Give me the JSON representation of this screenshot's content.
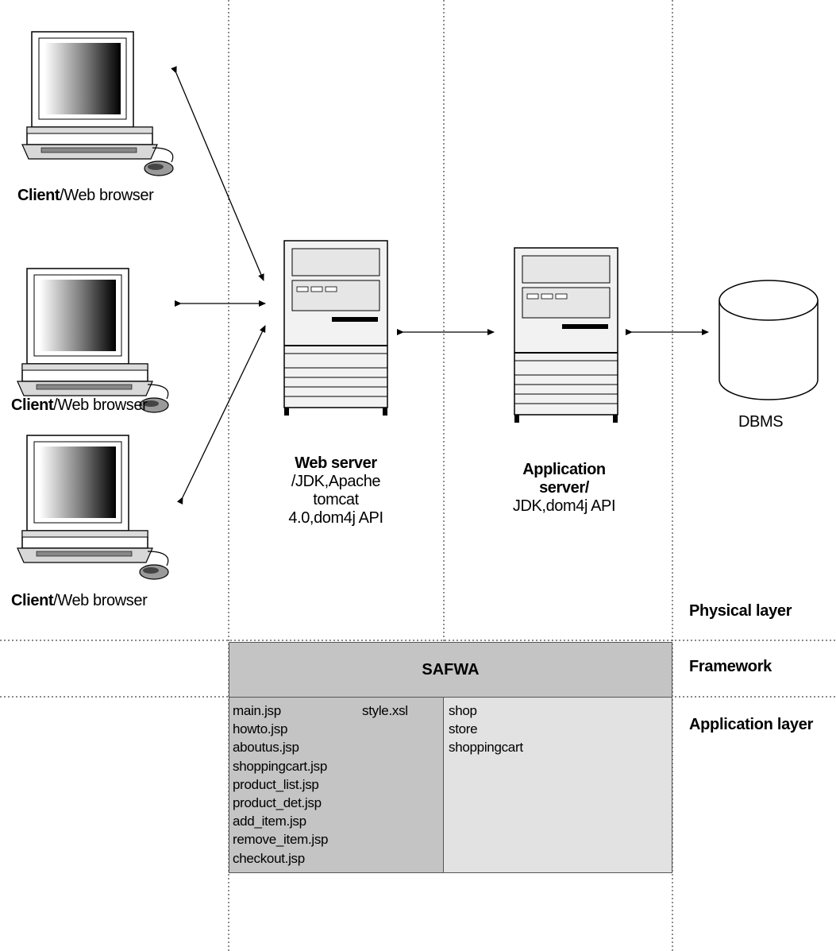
{
  "clients": [
    {
      "bold": "Client",
      "rest": "/Web browser"
    },
    {
      "bold": "Client",
      "rest": "/Web browser"
    },
    {
      "bold": "Client",
      "rest": "/Web browser"
    }
  ],
  "web_server": {
    "title": "Web server",
    "lines": [
      "/JDK,Apache",
      "tomcat",
      "4.0,dom4j API"
    ]
  },
  "app_server": {
    "title_lines": [
      "Application",
      "server/"
    ],
    "line": "JDK,dom4j API"
  },
  "dbms": {
    "label": "DBMS"
  },
  "layers": {
    "physical": "Physical layer",
    "framework": "Framework",
    "application": "Application layer"
  },
  "framework_box": {
    "label": "SAFWA"
  },
  "application_files": {
    "jsp": [
      "main.jsp",
      "howto.jsp",
      "aboutus.jsp",
      "shoppingcart.jsp",
      "product_list.jsp",
      "product_det.jsp",
      "add_item.jsp",
      "remove_item.jsp",
      "checkout.jsp"
    ],
    "xsl": [
      "style.xsl"
    ],
    "classes": [
      "shop",
      "store",
      "shoppingcart"
    ]
  }
}
